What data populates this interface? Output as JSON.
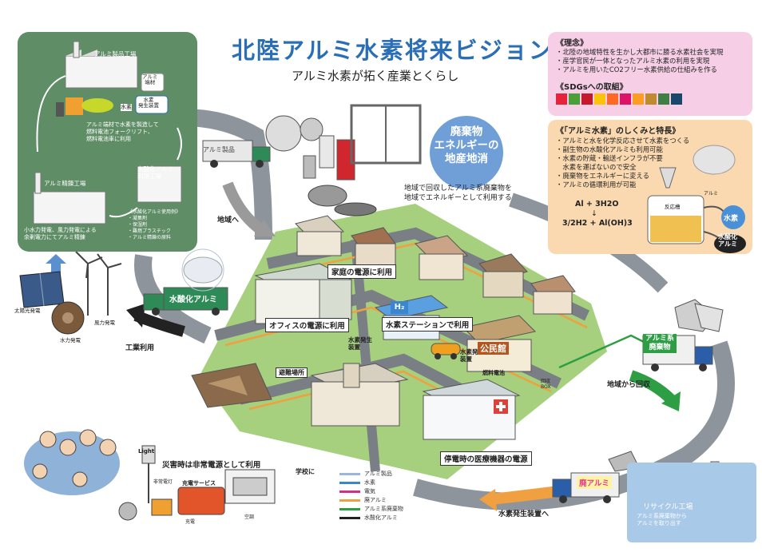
{
  "title": "北陸アルミ水素将来ビジョン",
  "subtitle": "アルミ水素が拓く産業とくらし",
  "factory_panel": {
    "product_factory": "アルミ製品工場",
    "aluminum_label": "アルミ\n端材",
    "generator_label": "水素\n発生装置",
    "hydrogen": "水素",
    "desc": "アルミ端材で水素を製造して\n燃料電池フォークリフト、\n燃料電池車に利用",
    "hydroxide_factory": "水酸化アルミ\n利用工場",
    "uses": "《水酸化アルミ使用例》\n・凝集剤\n・保湿剤\n・難燃プラスチック\n・アルミ精錬の原料",
    "smelting_factory": "アルミ精錬工場",
    "smelting_desc": "小水力発電、風力発電による\n余剰電力にてアルミ精錬"
  },
  "power": {
    "solar": "太陽光発電",
    "wind": "風力発電",
    "hydro": "水力発電"
  },
  "principles": {
    "heading": "《理念》",
    "items": [
      "・北陸の地域特性を生かし大都市に勝る水素社会を実現",
      "・産学官民が一体となったアルミ水素の利用を実現",
      "・アルミを用いたCO2フリー水素供給の仕組みを作る"
    ],
    "sdgs_heading": "《SDGsへの取組》",
    "sdg_colors": [
      "#e5243b",
      "#4c9f38",
      "#c5192d",
      "#fcc30b",
      "#fd6925",
      "#dd1367",
      "#fd9d24",
      "#bf8b2e",
      "#3f7e44",
      "#19486a"
    ]
  },
  "mechanism": {
    "heading": "《「アルミ水素」のしくみと特長》",
    "items": [
      "・アルミと水を化学反応させて水素をつくる",
      "・副生物の水酸化アルミも利用可能",
      "・水素の貯蔵・輸送インフラが不要",
      "　水素を運ばないので安全",
      "・廃棄物をエネルギーに変える",
      "・アルミの循環利用が可能"
    ],
    "formula_top": "Al + 3H2O",
    "formula_arrow": "↓",
    "formula_bottom": "3/2H2 + Al(OH)3",
    "aluminum": "アルミ",
    "reactor": "反応槽",
    "hydrogen": "水素",
    "hydroxide": "水酸化\nアルミ"
  },
  "waste_circle": "廃棄物\nエネルギーの\n地産地消",
  "waste_note": "地域で回収したアルミ系廃棄物を\n地域でエネルギーとして利用する",
  "trucks": {
    "product": "アルミ製品",
    "hydroxide": "水酸化アルミ",
    "waste": "アルミ系\n廃棄物",
    "scrap": "廃アルミ"
  },
  "arrows": {
    "to_region": "地域へ",
    "industrial": "工業利用",
    "from_region": "地域から回収",
    "to_generator": "水素発生装置へ"
  },
  "city": {
    "home": "家庭の電源に利用",
    "office": "オフィスの電源に利用",
    "station": "水素ステーションで利用",
    "generator": "水素発生\n装置",
    "generator2": "水素発生\n装置",
    "fuel_cell": "燃料電池",
    "community": "公民館",
    "collect_box": "回収\nBOX",
    "shelter": "避難場所",
    "medical": "停電時の医療機器の電源",
    "h2_sign": "H₂"
  },
  "disaster": {
    "caption": "災害時は非常電源として利用",
    "to_school": "学校に",
    "light": "Light",
    "emergency_light": "非常電灯",
    "charging": "充電サービス",
    "charge": "充電",
    "aircon": "空調"
  },
  "legend": [
    {
      "label": "アルミ製品",
      "color": "#9ab6d8"
    },
    {
      "label": "水素",
      "color": "#3a86d0"
    },
    {
      "label": "電気",
      "color": "#d02f8a"
    },
    {
      "label": "廃アルミ",
      "color": "#f0a040"
    },
    {
      "label": "アルミ系廃棄物",
      "color": "#2e9e45"
    },
    {
      "label": "水酸化アルミ",
      "color": "#222222"
    }
  ],
  "recycle": {
    "name": "リサイクル工場",
    "desc": "アルミ系廃棄物から\nアルミを取り出す"
  }
}
